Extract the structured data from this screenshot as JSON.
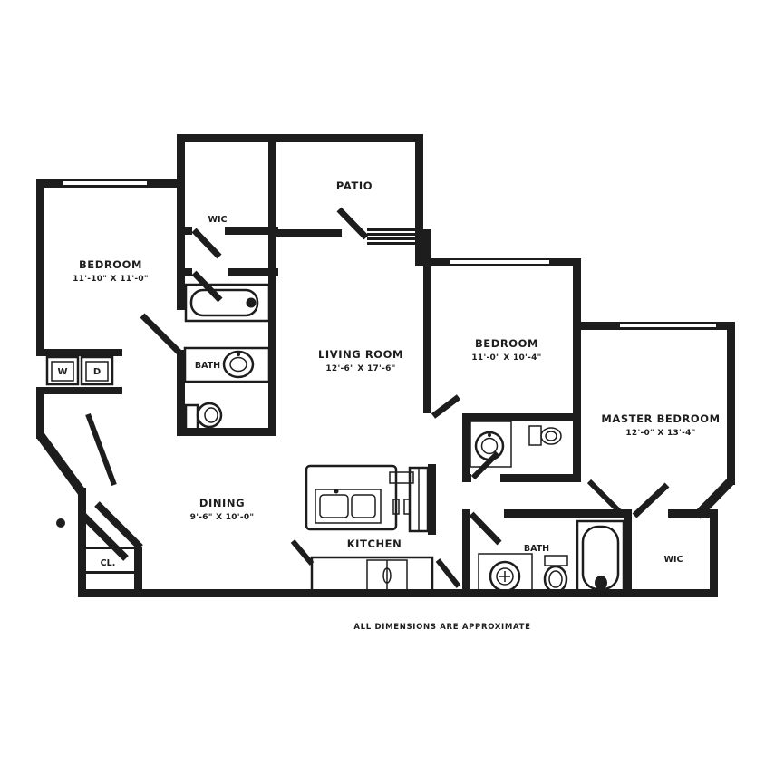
{
  "colors": {
    "wall": "#1d1d1d",
    "background": "#ffffff"
  },
  "caption": "ALL DIMENSIONS ARE APPROXIMATE",
  "rooms": {
    "bedroom1": {
      "label": "BEDROOM",
      "dims": "11'-10\" X 11'-0\""
    },
    "wic1": {
      "label": "WIC"
    },
    "patio": {
      "label": "PATIO"
    },
    "bath1": {
      "label": "BATH"
    },
    "living_room": {
      "label": "LIVING ROOM",
      "dims": "12'-6\" X 17'-6\""
    },
    "bedroom2": {
      "label": "BEDROOM",
      "dims": "11'-0\" X 10'-4\""
    },
    "master_bedroom": {
      "label": "MASTER BEDROOM",
      "dims": "12'-0\" X 13'-4\""
    },
    "dining": {
      "label": "DINING",
      "dims": "9'-6\" X 10'-0\""
    },
    "kitchen": {
      "label": "KITCHEN"
    },
    "bath2": {
      "label": "BATH"
    },
    "wic2": {
      "label": "WIC"
    },
    "closet": {
      "label": "CL."
    },
    "washer": {
      "label": "W"
    },
    "dryer": {
      "label": "D"
    }
  }
}
